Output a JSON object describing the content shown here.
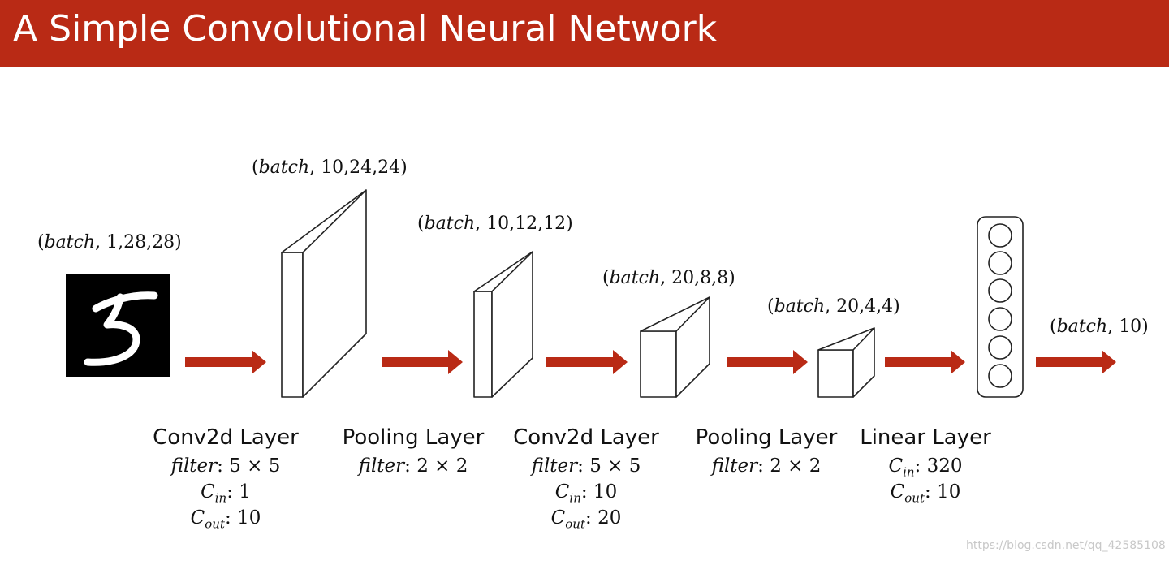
{
  "title": "A Simple Convolutional Neural Network",
  "colors": {
    "header": "#b92a15",
    "arrow": "#b92a15",
    "outline": "#222222"
  },
  "input_image_icon": "handwritten-digit-five",
  "shapes": [
    {
      "prefix": "(",
      "var": "batch",
      "rest": ", 1,28,28)"
    },
    {
      "prefix": "(",
      "var": "batch",
      "rest": ", 10,24,24)"
    },
    {
      "prefix": "(",
      "var": "batch",
      "rest": ", 10,12,12)"
    },
    {
      "prefix": "(",
      "var": "batch",
      "rest": ", 20,8,8)"
    },
    {
      "prefix": "(",
      "var": "batch",
      "rest": ", 20,4,4)"
    },
    {
      "prefix": "(",
      "var": "batch",
      "rest": ", 10)"
    }
  ],
  "layers": [
    {
      "name": "Conv2d Layer",
      "filter": {
        "key": "filter",
        "sep": ":  ",
        "value": "5 × 5"
      },
      "cin": {
        "base": "C",
        "sub": "in",
        "sep": ": ",
        "value": "1"
      },
      "cout": {
        "base": "C",
        "sub": "out",
        "sep": ": ",
        "value": "10"
      }
    },
    {
      "name": "Pooling Layer",
      "filter": {
        "key": "filter",
        "sep": ": ",
        "value": "2 × 2"
      }
    },
    {
      "name": "Conv2d Layer",
      "filter": {
        "key": "filter",
        "sep": ":  ",
        "value": "5 × 5"
      },
      "cin": {
        "base": "C",
        "sub": "in",
        "sep": ": ",
        "value": "10"
      },
      "cout": {
        "base": "C",
        "sub": "out",
        "sep": ": ",
        "value": "20"
      }
    },
    {
      "name": "Pooling Layer",
      "filter": {
        "key": "filter",
        "sep": ": ",
        "value": "2 × 2"
      }
    },
    {
      "name": "Linear Layer",
      "cin": {
        "base": "C",
        "sub": "in",
        "sep": ": ",
        "value": "320"
      },
      "cout": {
        "base": "C",
        "sub": "out",
        "sep": ": ",
        "value": "10"
      }
    }
  ],
  "watermark": "https://blog.csdn.net/qq_42585108"
}
